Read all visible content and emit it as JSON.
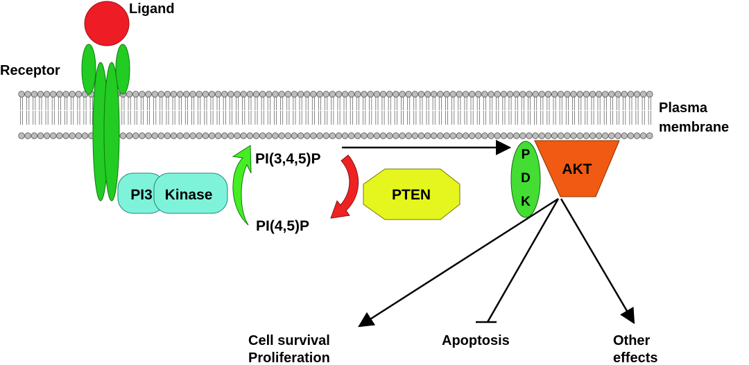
{
  "labels": {
    "ligand": "Ligand",
    "receptor": "Receptor",
    "plasma_membrane_line1": "Plasma",
    "plasma_membrane_line2": "membrane",
    "pi3k_part1": "PI3",
    "pi3k_part2": "Kinase",
    "pip3": "PI(3,4,5)P",
    "pip2": "PI(4,5)P",
    "pten": "PTEN",
    "pdk_letters": [
      "P",
      "D",
      "K"
    ],
    "akt": "AKT",
    "outcome_survival_line1": "Cell survival",
    "outcome_survival_line2": "Proliferation",
    "outcome_apoptosis": "Apoptosis",
    "outcome_other_line1": "Other",
    "outcome_other_line2": "effects"
  },
  "colors": {
    "ligand": "#ee1c25",
    "receptor": "#22cc22",
    "membrane_head": "#bdbdbd",
    "pi3k": "#7ff2da",
    "pten": "#e5f51e",
    "pdk": "#44dd33",
    "akt": "#f05a12",
    "arrow_green": "#44ee22",
    "arrow_red": "#ee2222"
  },
  "icons": {
    "activation_arrow": "arrow-icon",
    "inhibition": "tee-bar-icon"
  }
}
